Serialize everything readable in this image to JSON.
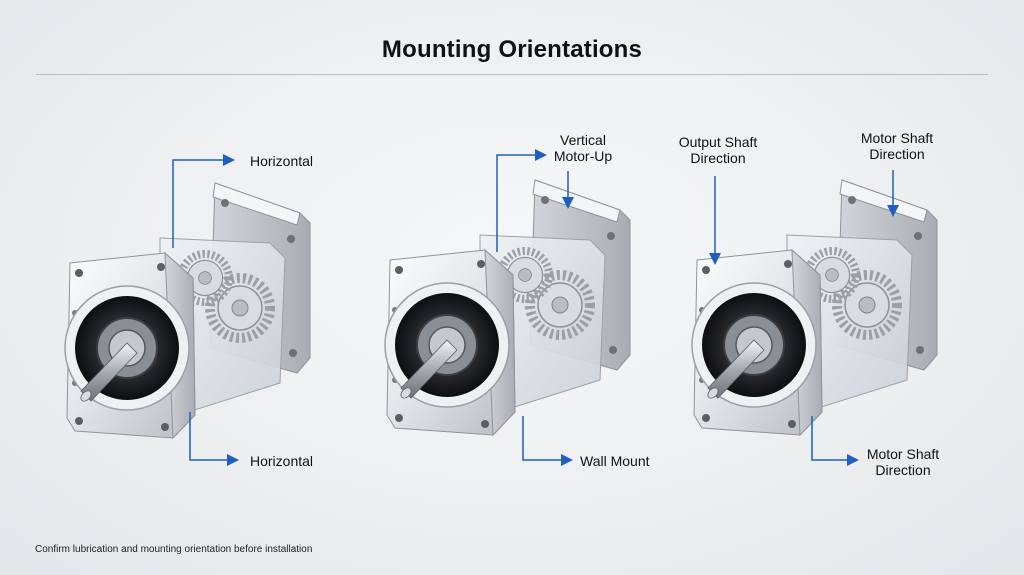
{
  "title": "Mounting Orientations",
  "footer_note": "Confirm lubrication and mounting orientation before installation",
  "accent_color": "#1f5fbf",
  "motors": [
    {
      "id": "motor-1",
      "callouts": [
        {
          "label": "Horizontal",
          "icon": "arrow-right-icon"
        },
        {
          "label": "Horizontal",
          "icon": "arrow-right-icon"
        }
      ]
    },
    {
      "id": "motor-2",
      "callouts": [
        {
          "label": "Vertical",
          "label2": "Motor-Up",
          "icon": "arrow-right-icon"
        },
        {
          "label": "Wall Mount",
          "icon": "arrow-right-icon"
        }
      ]
    },
    {
      "id": "motor-3",
      "callouts": [
        {
          "label": "Output Shaft",
          "label2": "Direction",
          "icon": "arrow-down-icon"
        },
        {
          "label": "Motor Shaft",
          "label2": "Direction",
          "icon": "arrow-down-icon"
        },
        {
          "label": "Motor Shaft",
          "label2": "Direction",
          "icon": "arrow-right-icon"
        }
      ]
    }
  ]
}
